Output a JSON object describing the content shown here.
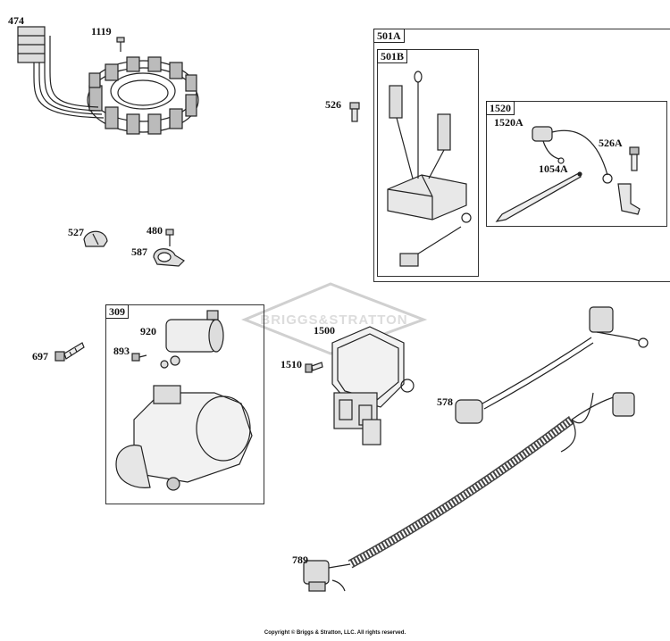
{
  "parts": {
    "p474": "474",
    "p1119": "1119",
    "p526": "526",
    "p527": "527",
    "p480": "480",
    "p587": "587",
    "p697": "697",
    "p920": "920",
    "p893": "893",
    "p1500": "1500",
    "p1510": "1510",
    "p578": "578",
    "p789": "789",
    "p1520A": "1520A",
    "p526A": "526A",
    "p1054A": "1054A"
  },
  "boxes": {
    "b501A": "501A",
    "b501B": "501B",
    "b1520": "1520",
    "b309": "309"
  },
  "watermark": "BRIGGS&STRATTON",
  "copyright": "Copyright © Briggs & Stratton, LLC. All rights reserved."
}
